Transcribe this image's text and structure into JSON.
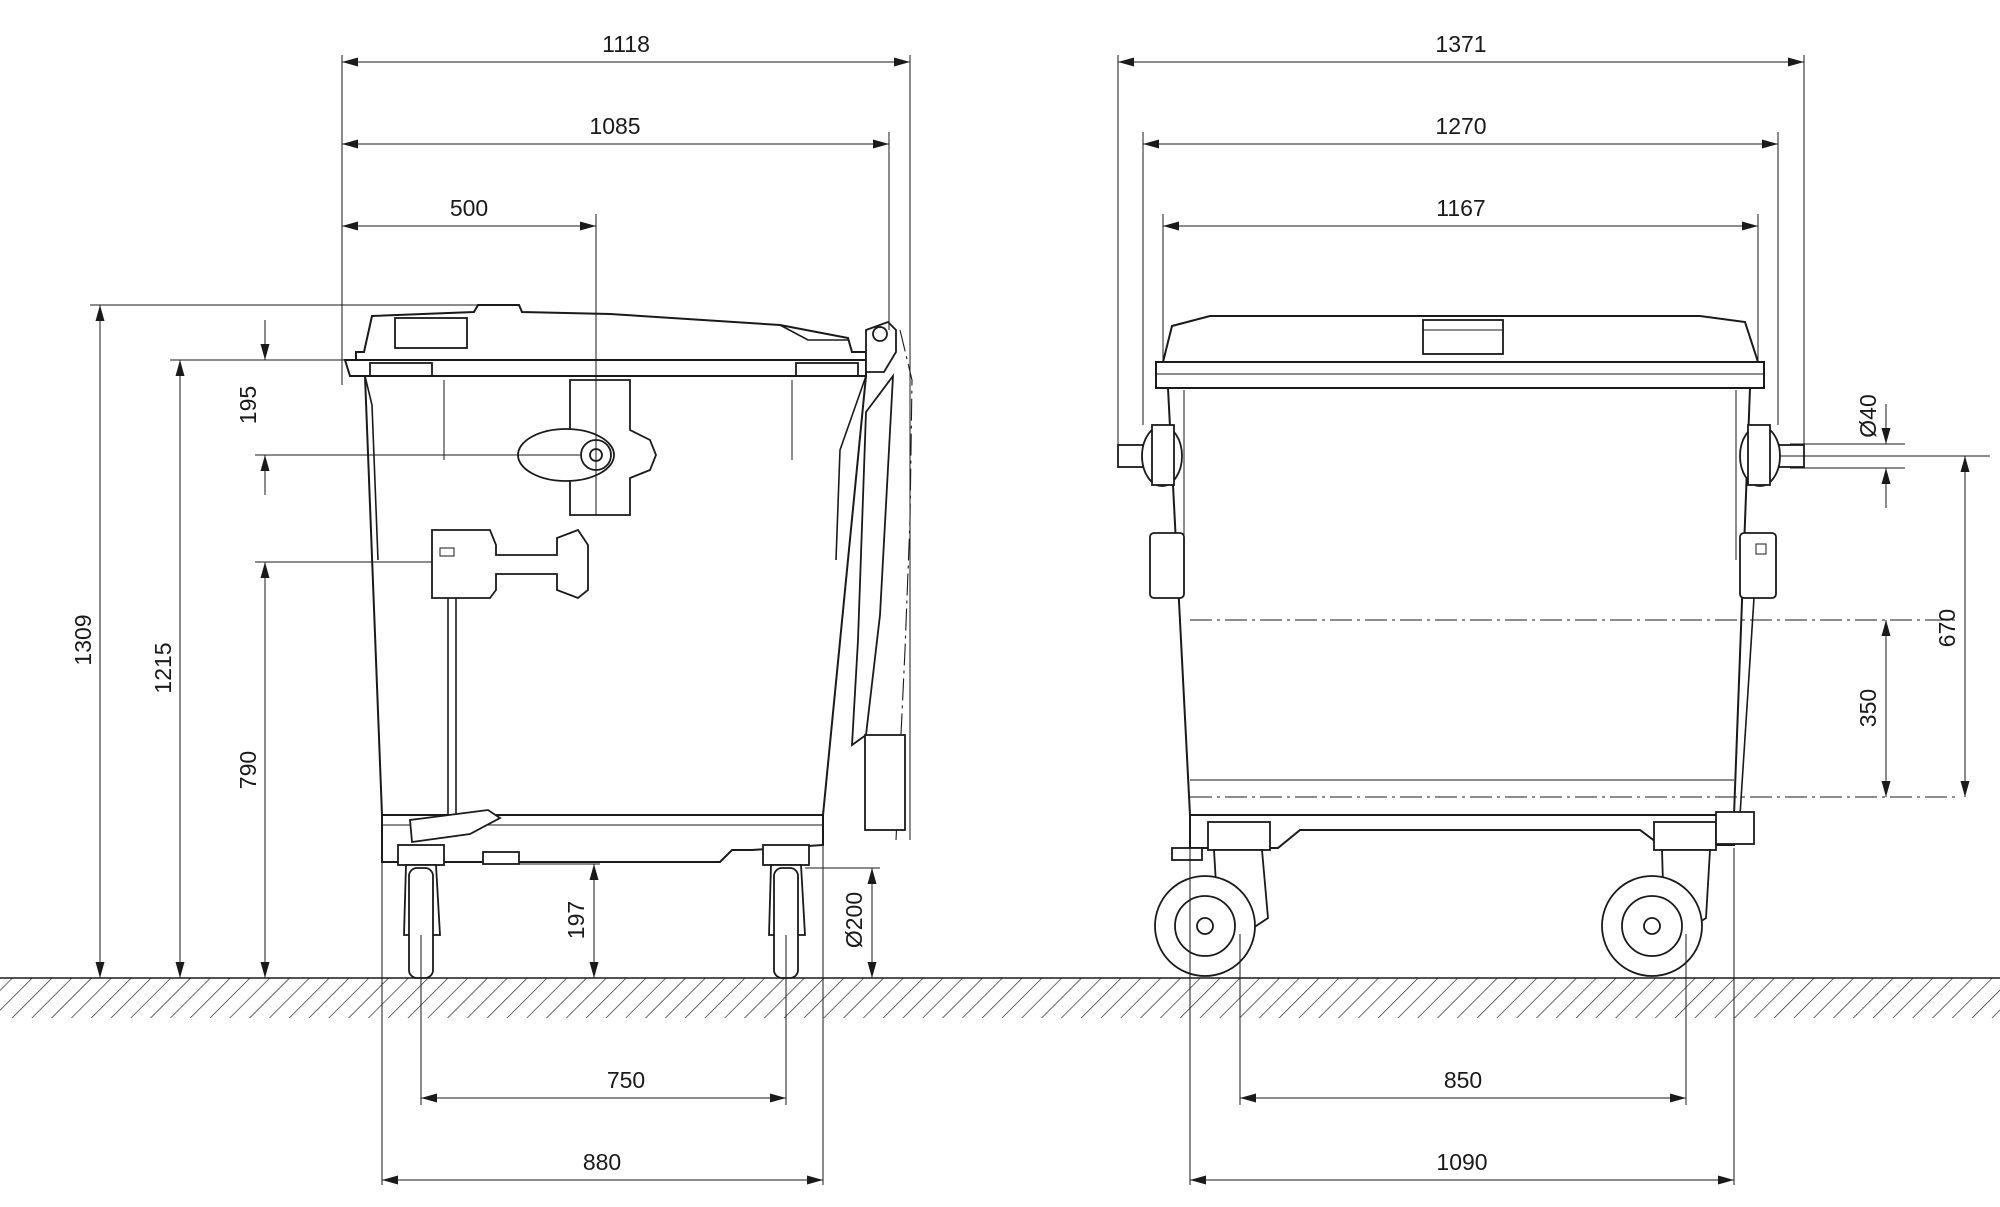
{
  "diagram": {
    "side_view": {
      "dimensions": {
        "overall_width": "1118",
        "body_width": "1085",
        "pivot_offset": "500",
        "lid_offset": "195",
        "overall_height": "1309",
        "rim_height": "1215",
        "handle_height": "790",
        "underside_clearance": "197",
        "wheel_diameter": "Ø200",
        "wheel_spacing": "750",
        "base_length": "880"
      }
    },
    "front_view": {
      "dimensions": {
        "overall_width": "1371",
        "lid_width": "1270",
        "body_width": "1167",
        "trunnion_diameter": "Ø40",
        "trunnion_height": "670",
        "level_height": "350",
        "wheel_spacing": "850",
        "base_width": "1090"
      }
    },
    "colors": {
      "line": "#1a1a1a",
      "background": "#ffffff"
    }
  }
}
